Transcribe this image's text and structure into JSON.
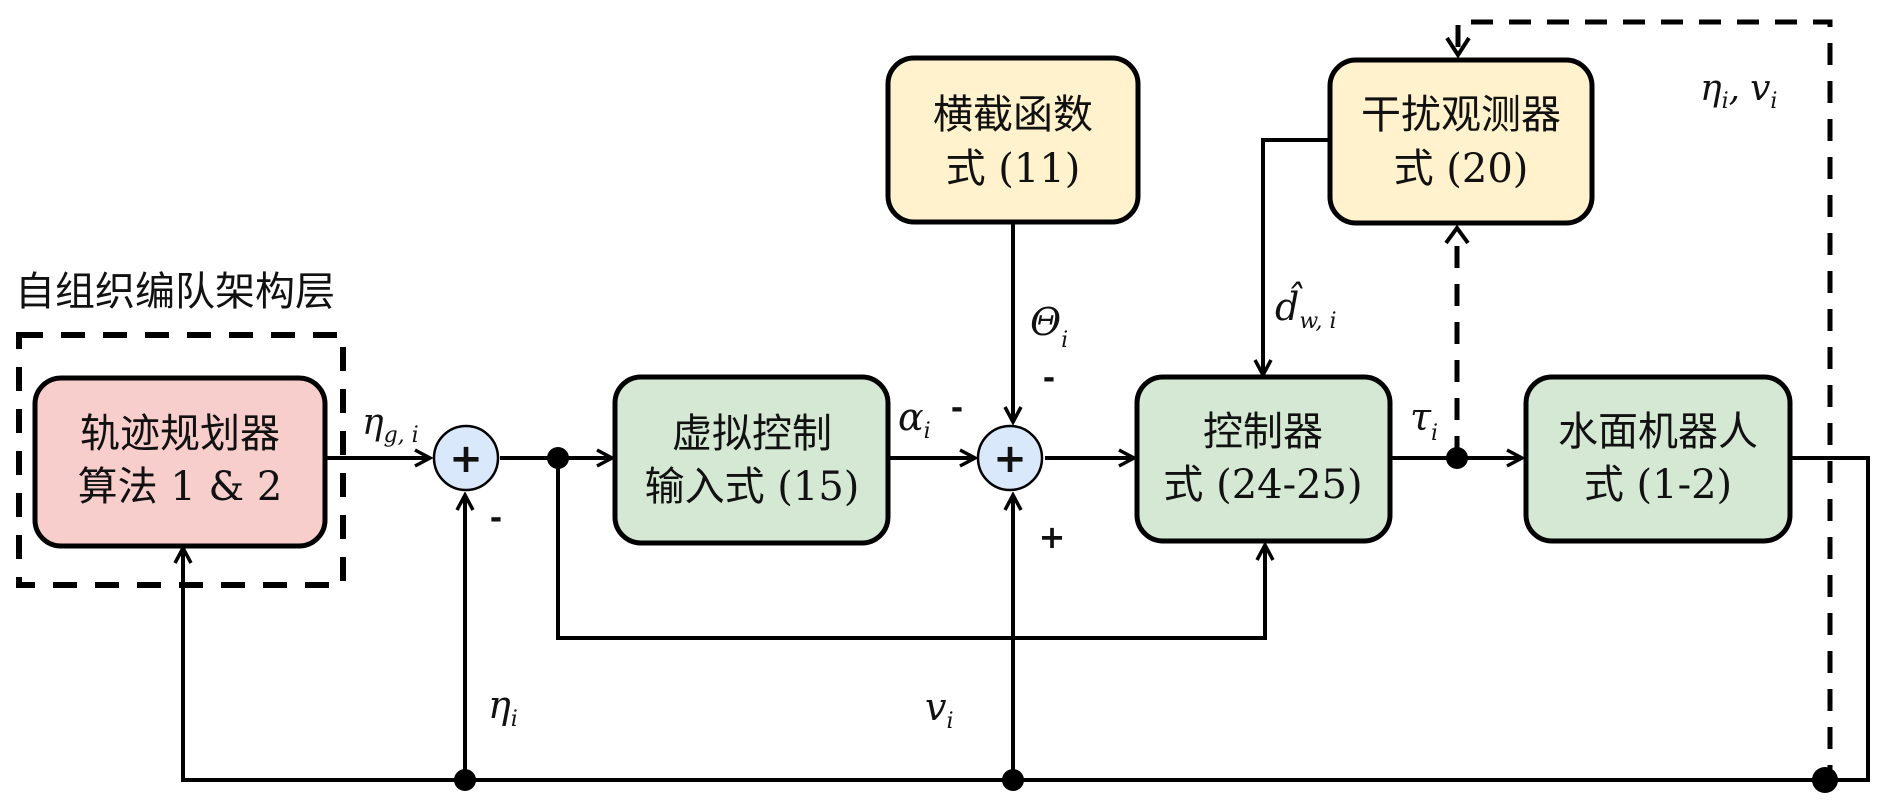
{
  "colors": {
    "planner_fill": "#f8cecc",
    "control_fill": "#d5e8d4",
    "aux_fill": "#fff2cc",
    "sum_fill": "#dae8fc",
    "line": "#000000"
  },
  "layer_title": "自组织编队架构层",
  "blocks": {
    "planner": {
      "line1": "轨迹规划器",
      "line2": "算法 1 & 2"
    },
    "virtual_control": {
      "line1": "虚拟控制",
      "line2": "输入式 (15)"
    },
    "cross_section": {
      "line1": "横截函数",
      "line2": "式 (11)"
    },
    "controller": {
      "line1": "控制器",
      "line2": "式 (24-25)"
    },
    "disturbance_observer": {
      "line1": "干扰观测器",
      "line2": "式 (20)"
    },
    "robot": {
      "line1": "水面机器人",
      "line2": "式 (1-2)"
    }
  },
  "summing_junctions": [
    {
      "id": "sum1",
      "symbol": "+",
      "signs": {
        "bottom": "-"
      }
    },
    {
      "id": "sum2",
      "symbol": "+",
      "signs": {
        "left": "-",
        "top": "-",
        "bottom": "+"
      }
    }
  ],
  "signals": {
    "eta_g": {
      "base": "η",
      "sub": "g, i"
    },
    "alpha": {
      "base": "α",
      "sub": "i"
    },
    "theta": {
      "base": "Θ",
      "sub": "i"
    },
    "d_hat": {
      "base": "d̂",
      "sub": "w, i"
    },
    "tau": {
      "base": "τ",
      "sub": "i"
    },
    "eta": {
      "base": "η",
      "sub": "i"
    },
    "v": {
      "base": "v",
      "sub": "i"
    },
    "eta_v_feedback": {
      "base1": "η",
      "sub1": "i",
      "sep": ",",
      "base2": "v",
      "sub2": "i"
    }
  }
}
